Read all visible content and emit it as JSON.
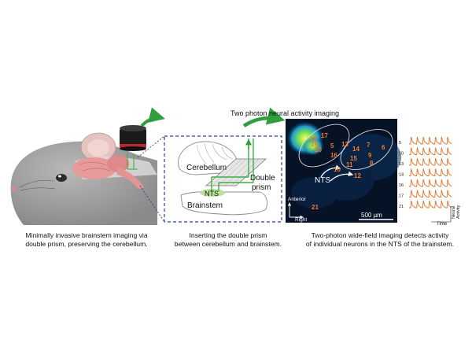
{
  "top_title": "Two photon neural activity imaging",
  "captions": {
    "mouse": [
      "Minimally invasive brainstem imaging via",
      "double prism, preserving the cerebellum."
    ],
    "prism": [
      "Inserting the double prism",
      "between cerebellum and brainstem."
    ],
    "imaging": [
      "Two-photon wide-field imaging detects activity",
      "of individual neurons in the NTS of the brainstem."
    ]
  },
  "schematic": {
    "cerebellum": "Cerebellum",
    "double_prism": [
      "Double",
      "prism"
    ],
    "nts": "NTS",
    "brainstem": "Brainstem"
  },
  "micrograph": {
    "nts_label": "NTS",
    "anterior": "Anterior",
    "right": "Right",
    "scale_bar": "500 µm",
    "neuron_ids": [
      "5",
      "10",
      "13",
      "14",
      "15",
      "16",
      "17",
      "18",
      "20",
      "19",
      "6",
      "7",
      "8",
      "9",
      "11",
      "12",
      "21"
    ]
  },
  "traces": {
    "labels": [
      "5",
      "10",
      "13",
      "14",
      "16",
      "17",
      "21"
    ],
    "ylabel": [
      "Neural",
      "Activity"
    ],
    "xlabel": "Time"
  },
  "colors": {
    "green_arrow": "#2e9e3e",
    "trace": "#e2712a",
    "neuron_label": "#f07a2a",
    "dashed_box": "#2a3f9a",
    "nts_blob": "#b7e39a",
    "prism_beam": "#3cb043",
    "micrograph_bg": "#061226"
  }
}
